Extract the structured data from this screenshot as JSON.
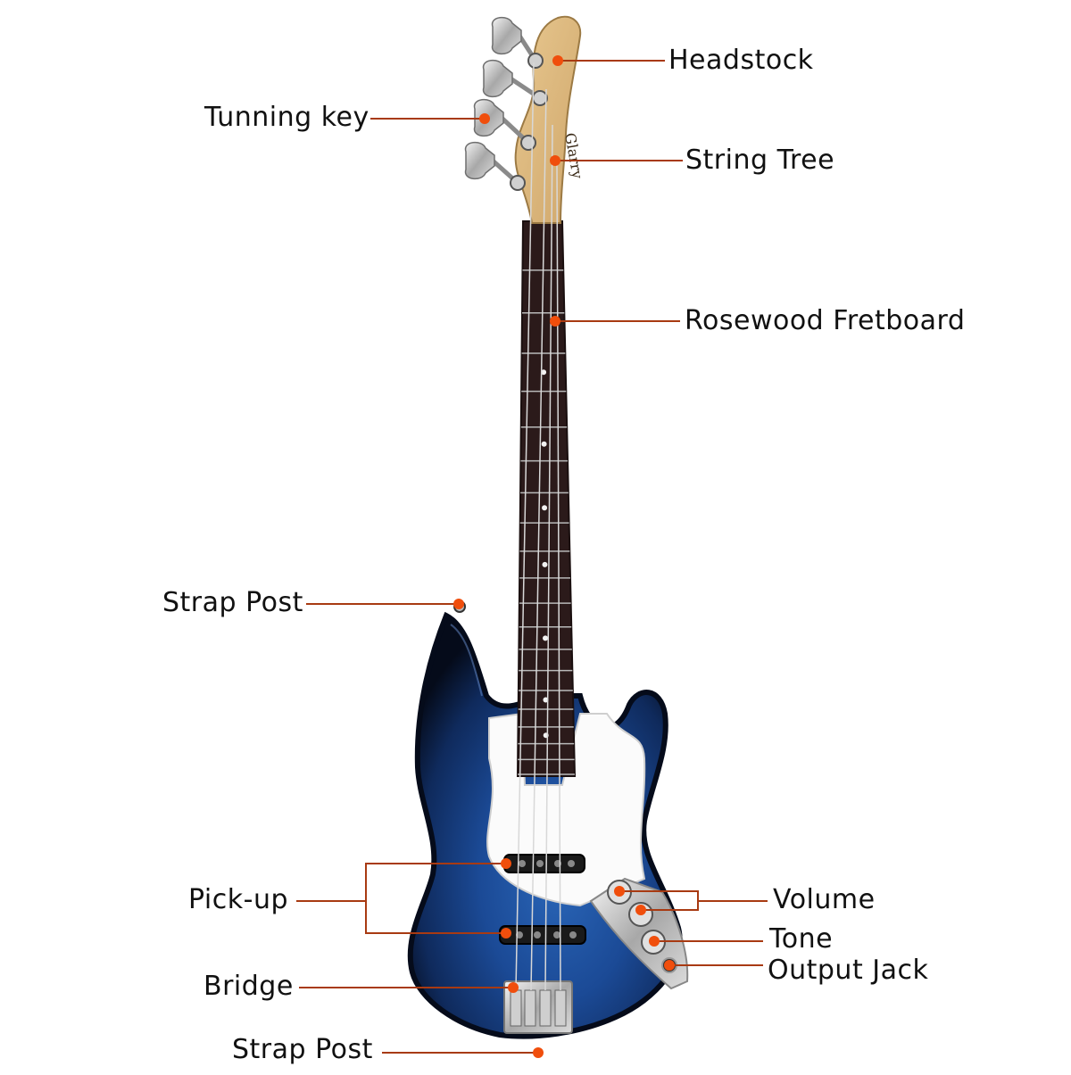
{
  "accent_color": "#f04e0c",
  "line_color": "#a83a12",
  "body_color": "#0f2f6e",
  "labels": {
    "headstock": "Headstock",
    "tunning_key": "Tunning key",
    "string_tree": "String Tree",
    "rosewood_fretboard": "Rosewood Fretboard",
    "strap_post_top": "Strap Post",
    "pickup": "Pick-up",
    "volume": "Volume",
    "tone": "Tone",
    "output_jack": "Output Jack",
    "bridge": "Bridge",
    "strap_post_bottom": "Strap Post"
  },
  "logo_text": "Glarry"
}
